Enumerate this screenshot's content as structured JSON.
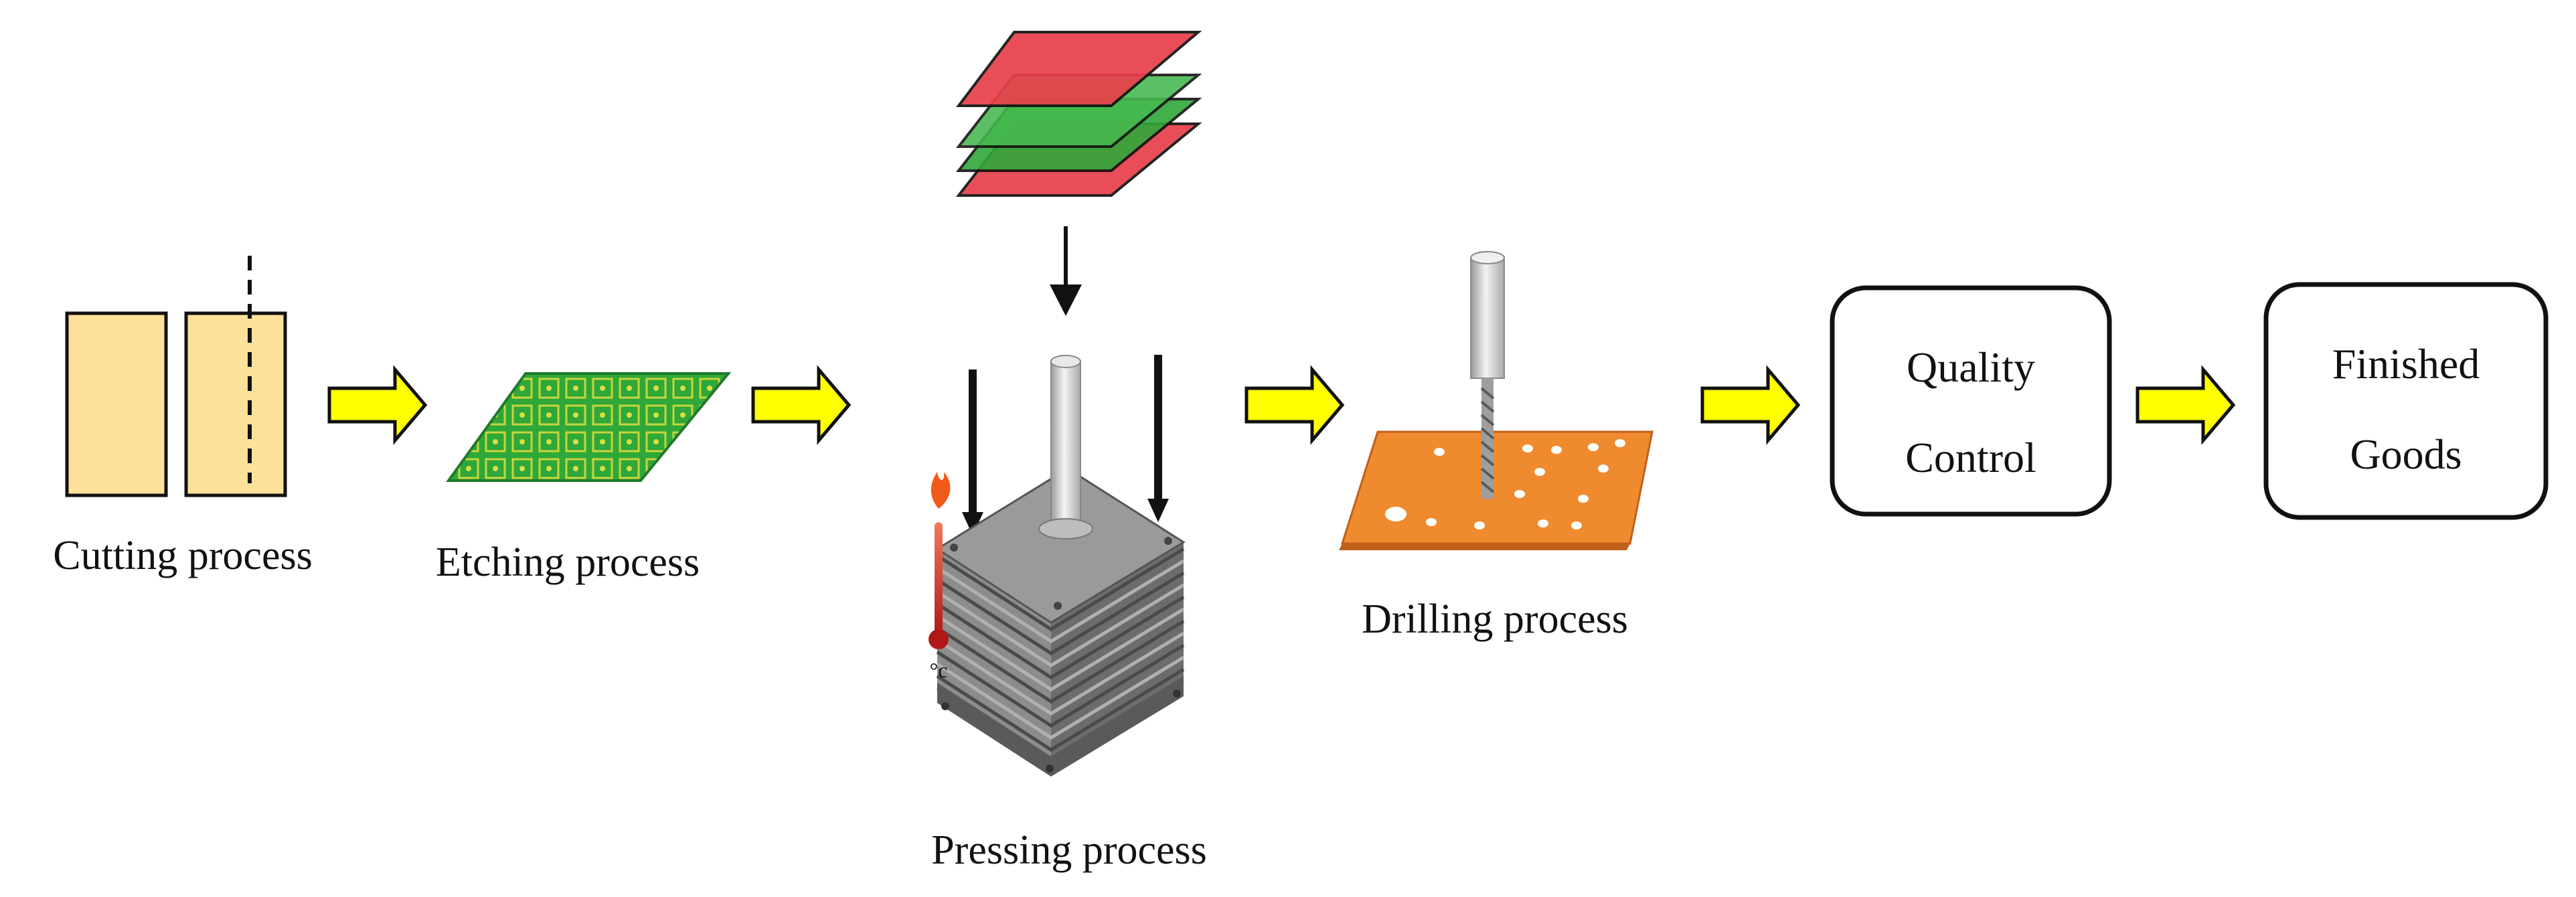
{
  "steps": {
    "cutting": "Cutting process",
    "etching": "Etching process",
    "pressing": "Pressing process",
    "drilling": "Drilling process"
  },
  "boxes": {
    "quality": [
      "Quality",
      "Control"
    ],
    "finished": [
      "Finished",
      "Goods"
    ]
  },
  "thermometer_unit": "°c",
  "colors": {
    "flow_arrow_fill": "#ffff00",
    "paper": "#fde19a",
    "pcb_green": "#2fa83a",
    "prepreg_red": "#e8404a",
    "copper_orange": "#f08a2e",
    "press_gray": "#8c8c8c"
  }
}
